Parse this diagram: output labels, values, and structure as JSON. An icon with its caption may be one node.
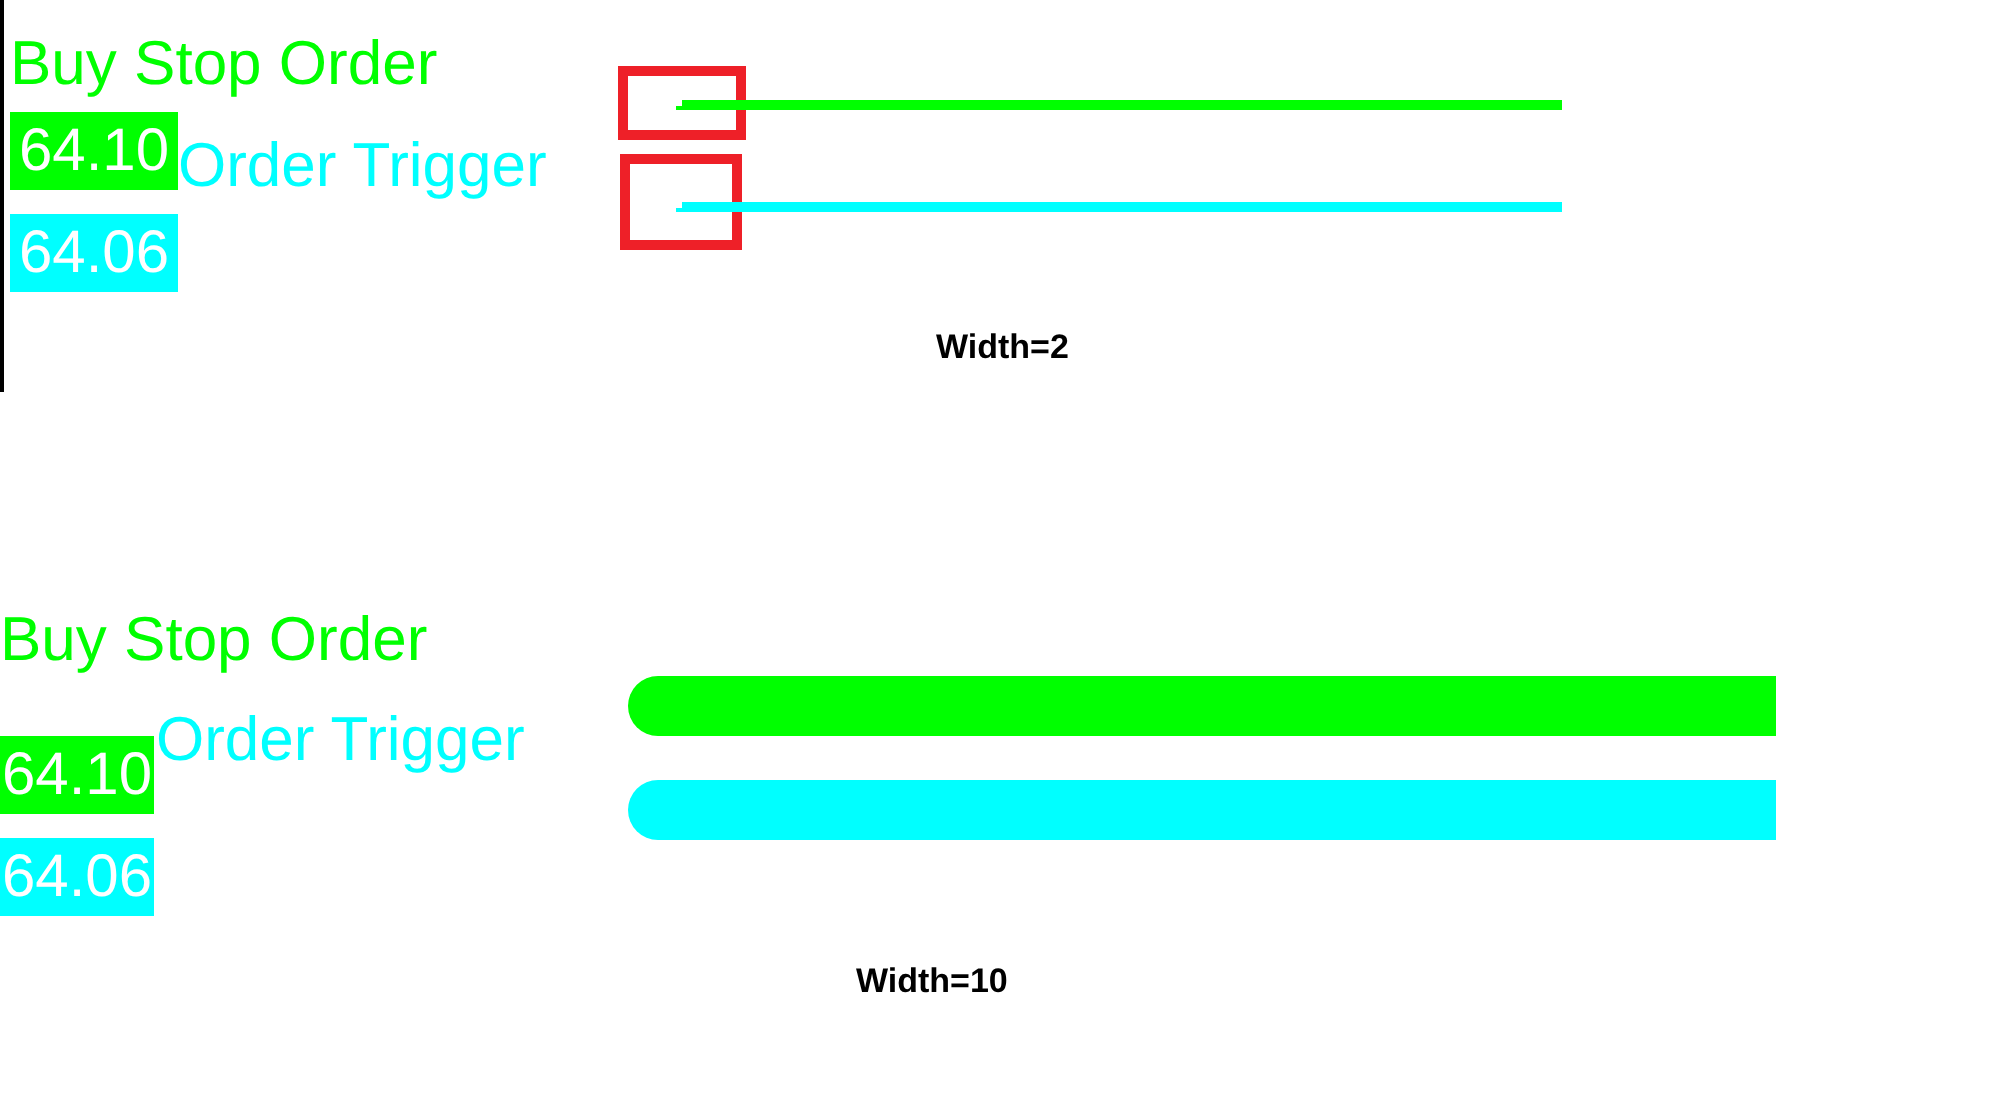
{
  "diagram": {
    "nodes": [
      {
        "text": [
          "64.10"
        ]
      },
      {
        "text": [
          "64.06"
        ]
      },
      {
        "text": [],
        "shape": "line"
      },
      {
        "text": [],
        "shape": "line"
      },
      {
        "text": [
          "64.10"
        ]
      },
      {
        "text": [
          "64.06"
        ]
      },
      {
        "text": [],
        "shape": "bar"
      },
      {
        "text": [],
        "shape": "bar"
      }
    ],
    "labels": [
      "Buy Stop Order",
      "Order Trigger",
      "Width=2",
      "Buy Stop Order",
      "Order Trigger",
      "Width=10"
    ]
  }
}
